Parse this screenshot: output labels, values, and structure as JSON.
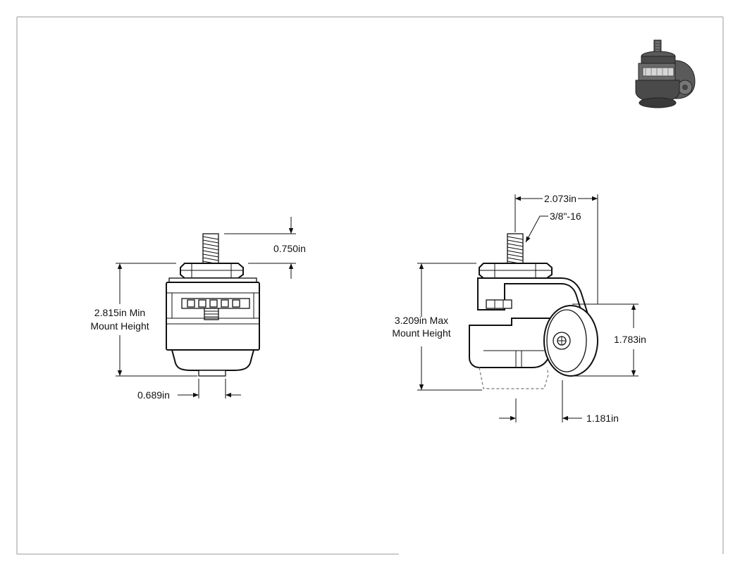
{
  "drawing": {
    "front_view": {
      "stud_length": "0.750in",
      "min_height_line1": "2.815in Min",
      "min_height_line2": "Mount Height",
      "foot_width": "0.689in"
    },
    "side_view": {
      "overall_width": "2.073in",
      "thread_spec": "3/8\"-16",
      "max_height_line1": "3.209in Max",
      "max_height_line2": "Mount Height",
      "wheel_height": "1.783in",
      "wheel_offset": "1.181in"
    }
  },
  "colors": {
    "line": "#111111",
    "border": "#9a9a9a",
    "hidden_line": "#777777",
    "thumbnail_body": "#4a4a4a"
  }
}
